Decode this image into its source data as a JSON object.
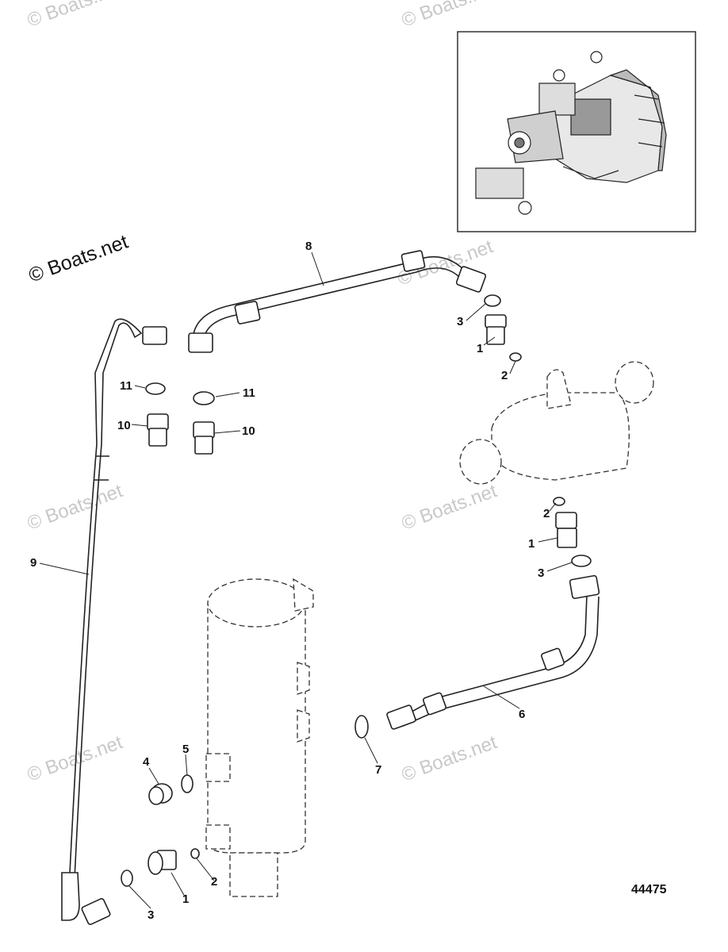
{
  "watermarks": {
    "main": "© Boats.net",
    "faint": "© Boats.net"
  },
  "figure_number": "44475",
  "callouts": [
    {
      "id": "c8",
      "text": "8"
    },
    {
      "id": "c3a",
      "text": "3"
    },
    {
      "id": "c1a",
      "text": "1"
    },
    {
      "id": "c2a",
      "text": "2"
    },
    {
      "id": "c11a",
      "text": "11"
    },
    {
      "id": "c11b",
      "text": "11"
    },
    {
      "id": "c10a",
      "text": "10"
    },
    {
      "id": "c10b",
      "text": "10"
    },
    {
      "id": "c9",
      "text": "9"
    },
    {
      "id": "c2b",
      "text": "2"
    },
    {
      "id": "c1b",
      "text": "1"
    },
    {
      "id": "c3b",
      "text": "3"
    },
    {
      "id": "c6",
      "text": "6"
    },
    {
      "id": "c7",
      "text": "7"
    },
    {
      "id": "c4",
      "text": "4"
    },
    {
      "id": "c5",
      "text": "5"
    },
    {
      "id": "c2c",
      "text": "2"
    },
    {
      "id": "c1c",
      "text": "1"
    },
    {
      "id": "c3c",
      "text": "3"
    }
  ]
}
